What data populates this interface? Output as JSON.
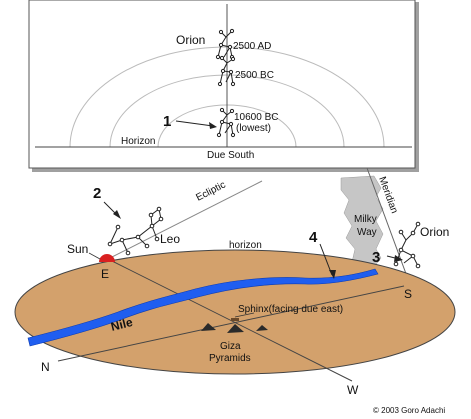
{
  "inset": {
    "constellation": "Orion",
    "epochs": [
      {
        "label": "2500 AD"
      },
      {
        "label": "2500 BC"
      },
      {
        "label": "10600 BC",
        "note": "(lowest)"
      }
    ],
    "marker_1": "1",
    "horizon_label": "Horizon",
    "due_south_label": "Due South"
  },
  "main": {
    "marker_2": "2",
    "marker_3": "3",
    "marker_4": "4",
    "sun_label": "Sun",
    "leo_label": "Leo",
    "ecliptic_label": "Ecliptic",
    "horizon_label": "horizon",
    "meridian_label": "Meridian",
    "milky_way_line1": "Milky",
    "milky_way_line2": "Way",
    "orion_label": "Orion",
    "nile_label": "Nile",
    "sphinx_label": "Sphinx(facing due east)",
    "giza_line1": "Giza",
    "giza_line2": "Pyramids",
    "directions": {
      "east": "E",
      "south": "S",
      "north": "N",
      "west": "W"
    },
    "copyright": "© 2003 Goro Adachi"
  },
  "colors": {
    "ground": "#d3a16c",
    "nile": "#1f5ef0",
    "milky_way": "#c6c6c6",
    "sun": "#d92020"
  }
}
